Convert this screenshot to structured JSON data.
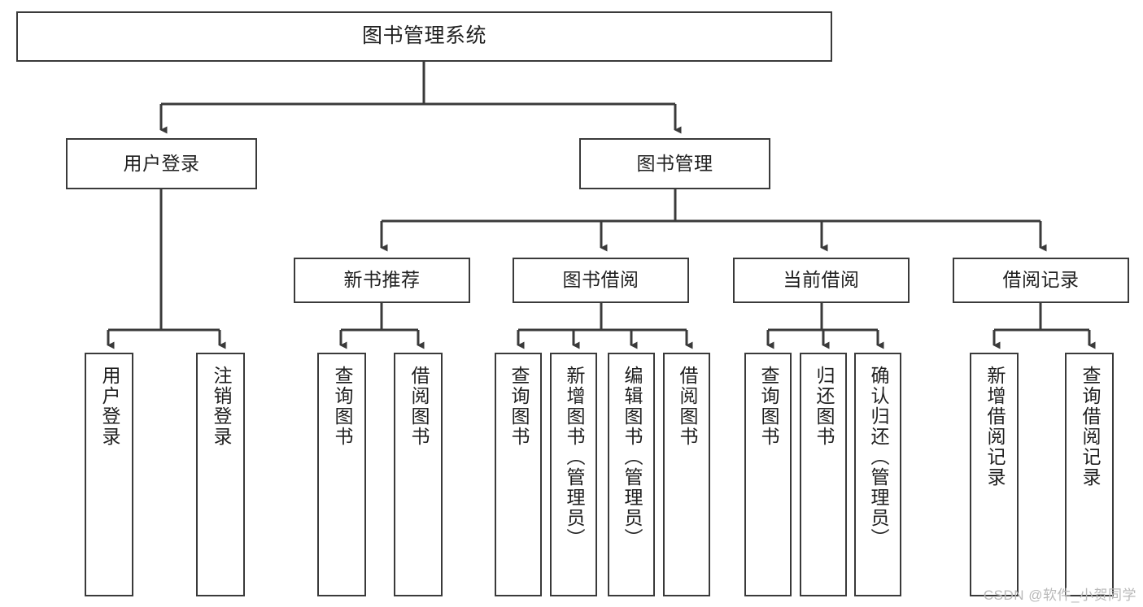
{
  "diagram": {
    "title": "图书管理系统",
    "type": "tree-hierarchy-diagram",
    "watermark": "CSDN @软件_小贺同学",
    "colors": {
      "background": "#ffffff",
      "box_border": "#3a3a3a",
      "box_fill": "#ffffff",
      "connector": "#3a3a3a",
      "text": "#1f1f1f",
      "watermark": "#b9b9b9"
    },
    "root": {
      "label": "图书管理系统"
    },
    "level2": [
      {
        "label": "用户登录"
      },
      {
        "label": "图书管理"
      }
    ],
    "level3": [
      {
        "label": "新书推荐"
      },
      {
        "label": "图书借阅"
      },
      {
        "label": "当前借阅"
      },
      {
        "label": "借阅记录"
      }
    ],
    "leaves": {
      "user_login": [
        {
          "label": "用户登录"
        },
        {
          "label": "注销登录"
        }
      ],
      "new_book": [
        {
          "label": "查询图书"
        },
        {
          "label": "借阅图书"
        }
      ],
      "book_borrow": [
        {
          "label": "查询图书"
        },
        {
          "label": "新增图书（管理员）"
        },
        {
          "label": "编辑图书（管理员）"
        },
        {
          "label": "借阅图书"
        }
      ],
      "current_borrow": [
        {
          "label": "查询图书"
        },
        {
          "label": "归还图书"
        },
        {
          "label": "确认归还（管理员）"
        }
      ],
      "borrow_record": [
        {
          "label": "新增借阅记录"
        },
        {
          "label": "查询借阅记录"
        }
      ]
    }
  },
  "chart_data": {
    "type": "table",
    "title": "图书管理系统 功能结构",
    "nodes": [
      {
        "id": "root",
        "label": "图书管理系统",
        "level": 1,
        "parent": null
      },
      {
        "id": "n1",
        "label": "用户登录",
        "level": 2,
        "parent": "root"
      },
      {
        "id": "n2",
        "label": "图书管理",
        "level": 2,
        "parent": "root"
      },
      {
        "id": "n1a",
        "label": "用户登录",
        "level": 3,
        "parent": "n1"
      },
      {
        "id": "n1b",
        "label": "注销登录",
        "level": 3,
        "parent": "n1"
      },
      {
        "id": "n2a",
        "label": "新书推荐",
        "level": 3,
        "parent": "n2"
      },
      {
        "id": "n2b",
        "label": "图书借阅",
        "level": 3,
        "parent": "n2"
      },
      {
        "id": "n2c",
        "label": "当前借阅",
        "level": 3,
        "parent": "n2"
      },
      {
        "id": "n2d",
        "label": "借阅记录",
        "level": 3,
        "parent": "n2"
      },
      {
        "id": "n2a1",
        "label": "查询图书",
        "level": 4,
        "parent": "n2a"
      },
      {
        "id": "n2a2",
        "label": "借阅图书",
        "level": 4,
        "parent": "n2a"
      },
      {
        "id": "n2b1",
        "label": "查询图书",
        "level": 4,
        "parent": "n2b"
      },
      {
        "id": "n2b2",
        "label": "新增图书（管理员）",
        "level": 4,
        "parent": "n2b"
      },
      {
        "id": "n2b3",
        "label": "编辑图书（管理员）",
        "level": 4,
        "parent": "n2b"
      },
      {
        "id": "n2b4",
        "label": "借阅图书",
        "level": 4,
        "parent": "n2b"
      },
      {
        "id": "n2c1",
        "label": "查询图书",
        "level": 4,
        "parent": "n2c"
      },
      {
        "id": "n2c2",
        "label": "归还图书",
        "level": 4,
        "parent": "n2c"
      },
      {
        "id": "n2c3",
        "label": "确认归还（管理员）",
        "level": 4,
        "parent": "n2c"
      },
      {
        "id": "n2d1",
        "label": "新增借阅记录",
        "level": 4,
        "parent": "n2d"
      },
      {
        "id": "n2d2",
        "label": "查询借阅记录",
        "level": 4,
        "parent": "n2d"
      }
    ]
  }
}
